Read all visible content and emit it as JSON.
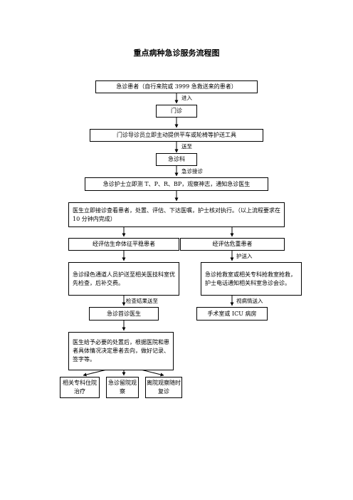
{
  "title": "重点病种急诊服务流程图",
  "nodes": {
    "n1": "急诊患者（自行来院或 3999 急救送来的患者）",
    "n2": "门诊",
    "n3": "门诊导诊员立即主动提供平车或轮椅等护送工具",
    "n4": "急诊科",
    "n5": "急诊护士立即测 T、P、R、BP，观察神志，通知急诊医生",
    "n6": "医生立即接诊查看患者，处置、评估、下达医嘱，护士核对执行。（以上流程要求在 10 分钟内完成）",
    "n7": "经评估生命体征平稳患者",
    "n8": "经评估危重患者",
    "n9": "急诊绿色通道人员护送至相关医技科室优先检查，后补交费。",
    "n10": "急诊抢救室或相关专科抢救室抢救，护士电话通知相关科室急诊会诊。",
    "n11": "急诊首诊医生",
    "n12": "手术室或 ICU 病房",
    "n13": "医生给予必要的处置后，根据医院和患者具体情况决定患者去向，做好记录、签字等。",
    "n14": "相关专科住院治疗",
    "n15": "急诊留院观察",
    "n16": "离院观察随时复诊"
  },
  "edge_labels": {
    "e1": "进入",
    "e2": "送至",
    "e3": "急诊接诊",
    "e4": "护送入",
    "e5": "检查结果送至",
    "e6": "视病情送入"
  }
}
